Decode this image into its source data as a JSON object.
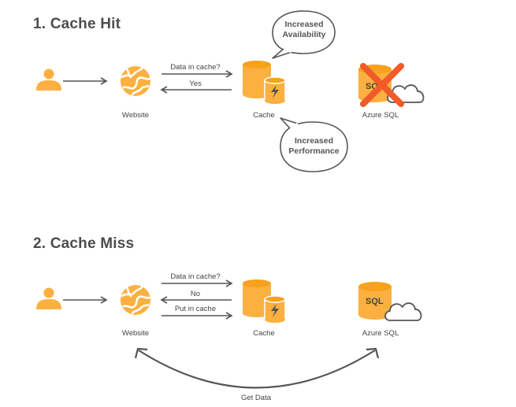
{
  "cache_hit": {
    "title": "1. Cache Hit",
    "website_label": "Website",
    "cache_label": "Cache",
    "sql_label": "Azure SQL",
    "arrow_request": "Data in cache?",
    "arrow_response": "Yes",
    "bubble_top": [
      "Increased",
      "Availability"
    ],
    "bubble_bottom": [
      "Increased",
      "Performance"
    ]
  },
  "cache_miss": {
    "title": "2. Cache Miss",
    "website_label": "Website",
    "cache_label": "Cache",
    "sql_label": "Azure SQL",
    "sql_badge": "SQL",
    "arrow_request": "Data in cache?",
    "arrow_response": "No",
    "arrow_put": "Put in cache",
    "get_data": "Get Data"
  },
  "colors": {
    "accent": "#FBB040",
    "accent_dark": "#F7A21B",
    "cross": "#F15A29",
    "line": "#555555"
  },
  "icons": [
    "user-icon",
    "website-globe-icon",
    "cache-database-icon",
    "azure-sql-icon",
    "cloud-icon",
    "lightning-icon",
    "x-cross-icon"
  ]
}
